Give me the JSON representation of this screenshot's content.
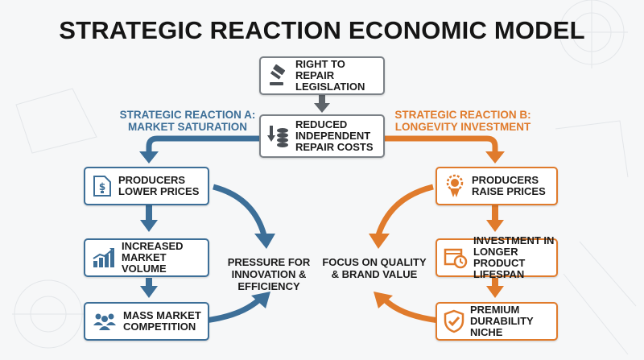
{
  "title": "STRATEGIC REACTION ECONOMIC MODEL",
  "colors": {
    "blue": "#3d6f98",
    "orange": "#e07b2c",
    "gray": "#5f656b",
    "background": "#f6f7f8"
  },
  "center": {
    "top": {
      "label": "RIGHT TO REPAIR\nLEGISLATION",
      "icon": "gavel-icon"
    },
    "middle": {
      "label": "REDUCED\nINDEPENDENT\nREPAIR COSTS",
      "icon": "down-arrow-coins-icon"
    }
  },
  "reaction_a": {
    "title": "STRATEGIC REACTION A:\nMARKET SATURATION",
    "steps": [
      {
        "label": "PRODUCERS\nLOWER PRICES",
        "icon": "price-down-icon"
      },
      {
        "label": "INCREASED\nMARKET VOLUME",
        "icon": "growth-chart-icon"
      },
      {
        "label": "MASS MARKET\nCOMPETITION",
        "icon": "crowd-icon"
      }
    ],
    "outcome": "PRESSURE FOR\nINNOVATION &\nEFFICIENCY"
  },
  "reaction_b": {
    "title": "STRATEGIC REACTION B:\nLONGEVITY INVESTMENT",
    "steps": [
      {
        "label": "PRODUCERS\nRAISE PRICES",
        "icon": "price-up-badge-icon"
      },
      {
        "label": "INVESTMENT IN\nLONGER PRODUCT\nLIFESPAN",
        "icon": "box-clock-icon"
      },
      {
        "label": "PREMIUM\nDURABILITY NICHE",
        "icon": "shield-check-icon"
      }
    ],
    "outcome": "FOCUS ON QUALITY\n& BRAND VALUE"
  }
}
